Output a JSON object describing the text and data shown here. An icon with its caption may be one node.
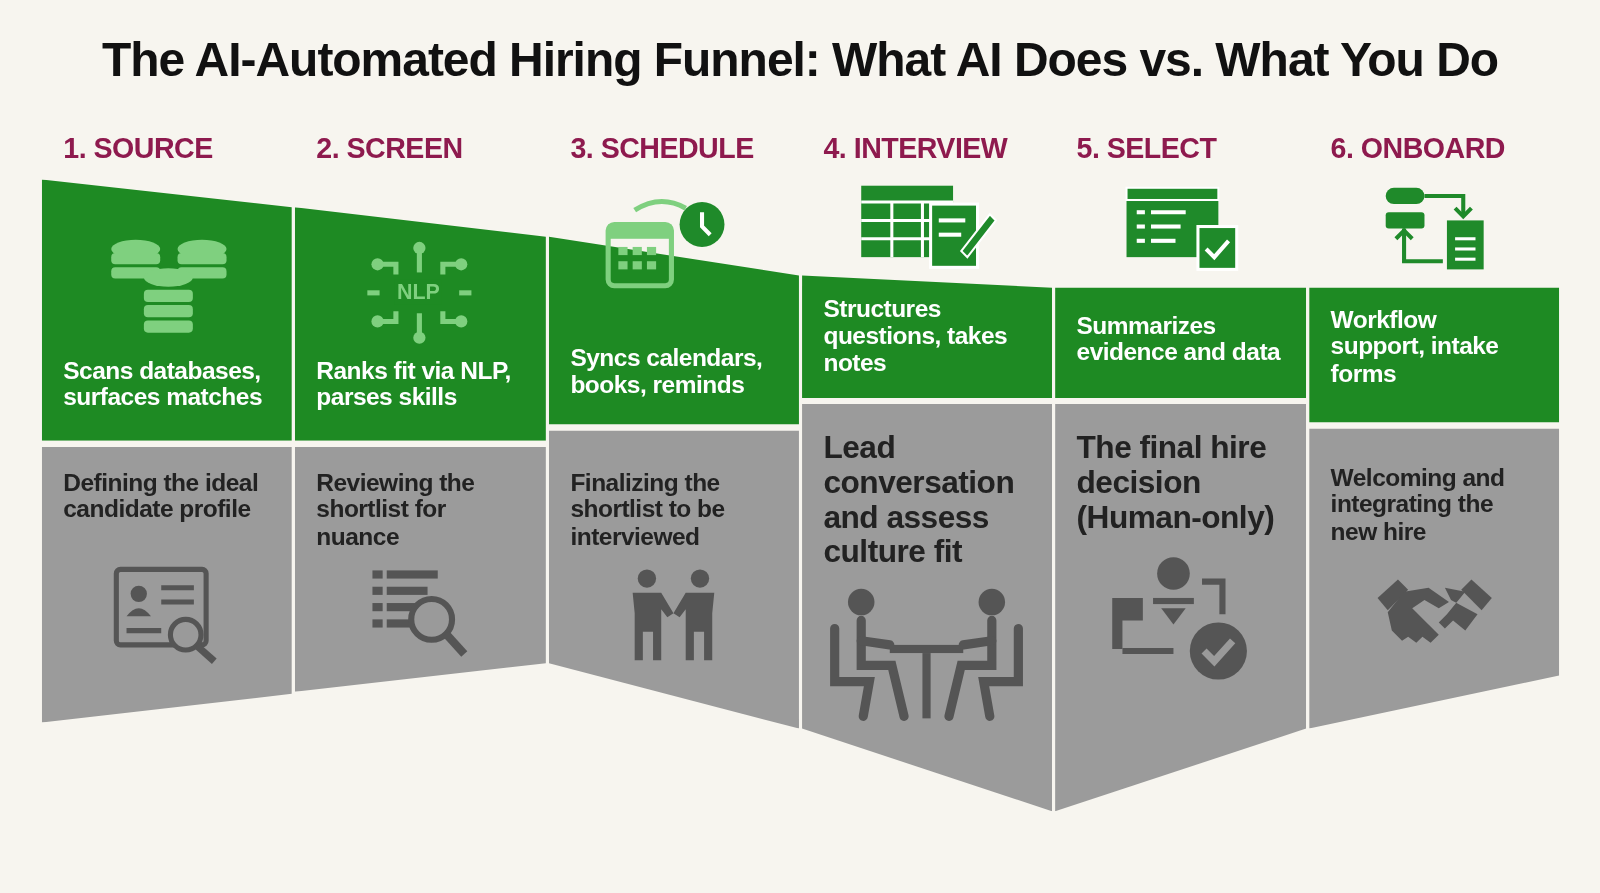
{
  "diagram": {
    "title": "The AI-Automated Hiring Funnel: What AI Does vs. What You Do",
    "nodes": [
      {
        "text": [
          "Scans databases, surfaces matches"
        ]
      },
      {
        "text": [
          "NLP",
          "Ranks fit via NLP, parses skills"
        ]
      },
      {
        "text": [
          "Syncs calendars, books, reminds"
        ]
      },
      {
        "text": [
          "Structures questions, takes notes"
        ]
      },
      {
        "text": [
          "Summarizes evidence and data"
        ]
      },
      {
        "text": [
          "Workflow support, intake forms"
        ]
      },
      {
        "text": [
          "Defining the ideal candidate profile"
        ]
      },
      {
        "text": [
          "Reviewing the shortlist for nuance"
        ]
      },
      {
        "text": [
          "Finalizing the shortlist to be interviewed"
        ]
      },
      {
        "text": [
          "Lead conversation and assess culture fit"
        ]
      },
      {
        "text": [
          "The final hire decision (Human-only)"
        ]
      },
      {
        "text": [
          "Welcoming and integrating the new hire"
        ]
      }
    ],
    "edges": [],
    "labels": [
      "1. SOURCE",
      "2. SCREEN",
      "3. SCHEDULE",
      "4. INTERVIEW",
      "5. SELECT",
      "6. ONBOARD"
    ]
  }
}
